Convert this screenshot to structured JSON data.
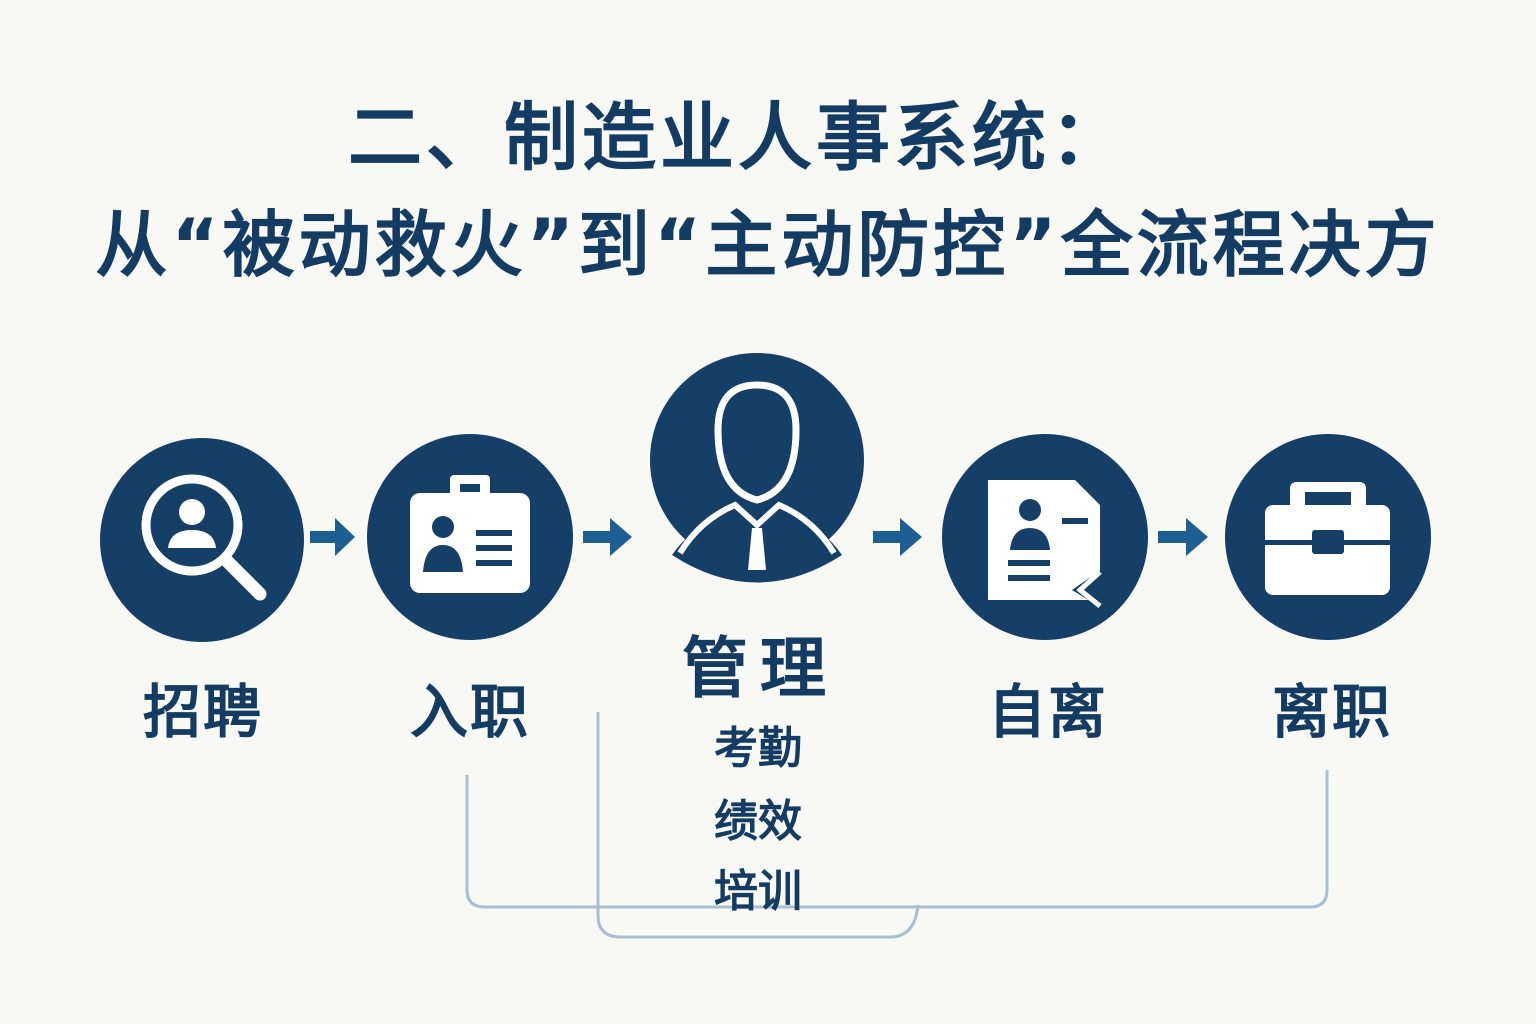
{
  "title": {
    "line1": "二、制造业人事系统：",
    "line2": "从“被动救火”到“主动防控”全流程决方"
  },
  "steps": [
    {
      "label": "招聘",
      "icon": "search-person-icon"
    },
    {
      "label": "入职",
      "icon": "id-badge-icon"
    },
    {
      "label": "管理",
      "icon": "manager-person-icon",
      "sub_items": [
        "考勤",
        "绩效",
        "培训"
      ]
    },
    {
      "label": "自离",
      "icon": "resignation-document-icon"
    },
    {
      "label": "离职",
      "icon": "briefcase-icon"
    }
  ],
  "colors": {
    "primary": "#153f66",
    "arrow": "#1d5f93",
    "connector": "#a9bfd1",
    "background": "#f8f8f4"
  }
}
